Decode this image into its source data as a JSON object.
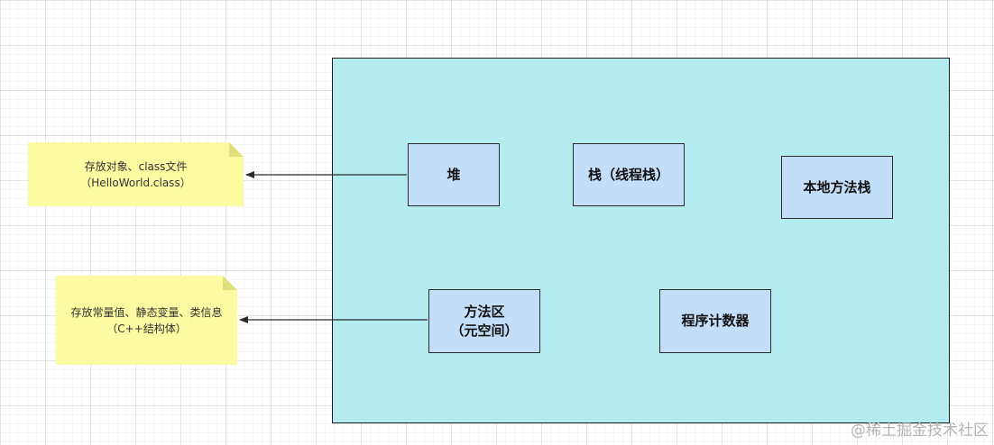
{
  "diagram": {
    "nodes": {
      "heap": "堆",
      "stack": "栈（线程栈）",
      "native_stack": "本地方法栈",
      "method_area_line1": "方法区",
      "method_area_line2": "（元空间）",
      "pc_register": "程序计数器"
    },
    "notes": {
      "heap_note_line1": "存放对象、class文件",
      "heap_note_line2": "（HelloWorld.class）",
      "method_note_line1": "存放常量值、静态变量、类信息",
      "method_note_line2": "（C++结构体）"
    },
    "colors": {
      "container_fill": "#b3ebee",
      "box_fill": "#c3def8",
      "note_fill": "#fbfba2"
    }
  },
  "watermark": "@稀土掘金技术社区"
}
